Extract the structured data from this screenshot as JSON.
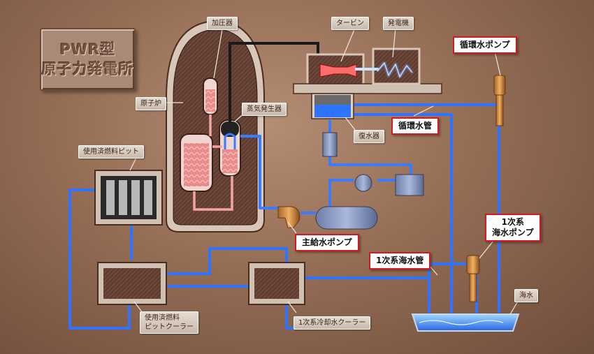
{
  "title": {
    "line1": "PWR型",
    "line2": "原子力発電所"
  },
  "labels": {
    "reactor": "原子炉",
    "pressurizer": "加圧器",
    "steam_generator": "蒸気発生器",
    "turbine": "タービン",
    "generator": "発電機",
    "condenser": "復水器",
    "spent_fuel_pit": "使用済燃料ピット",
    "spent_fuel_cooler_line1": "使用済燃料",
    "spent_fuel_cooler_line2": "ピットクーラー",
    "primary_cooler": "1次系冷却水クーラー",
    "seawater": "海水"
  },
  "callouts": {
    "circulating_pump": "循環水ポンプ",
    "circulating_pipe": "循環水管",
    "main_feed_pump": "主給水ポンプ",
    "primary_seawater_pipe": "1次系海水管",
    "primary_seawater_pump_line1": "1次系",
    "primary_seawater_pump_line2": "海水ポンプ"
  },
  "colors": {
    "water_pipe": "#3a7cff",
    "steam_pipe": "#202020",
    "callout_border": "#d8171f",
    "reactor_core": "#e87a7a",
    "container": "#5a3a2e"
  }
}
